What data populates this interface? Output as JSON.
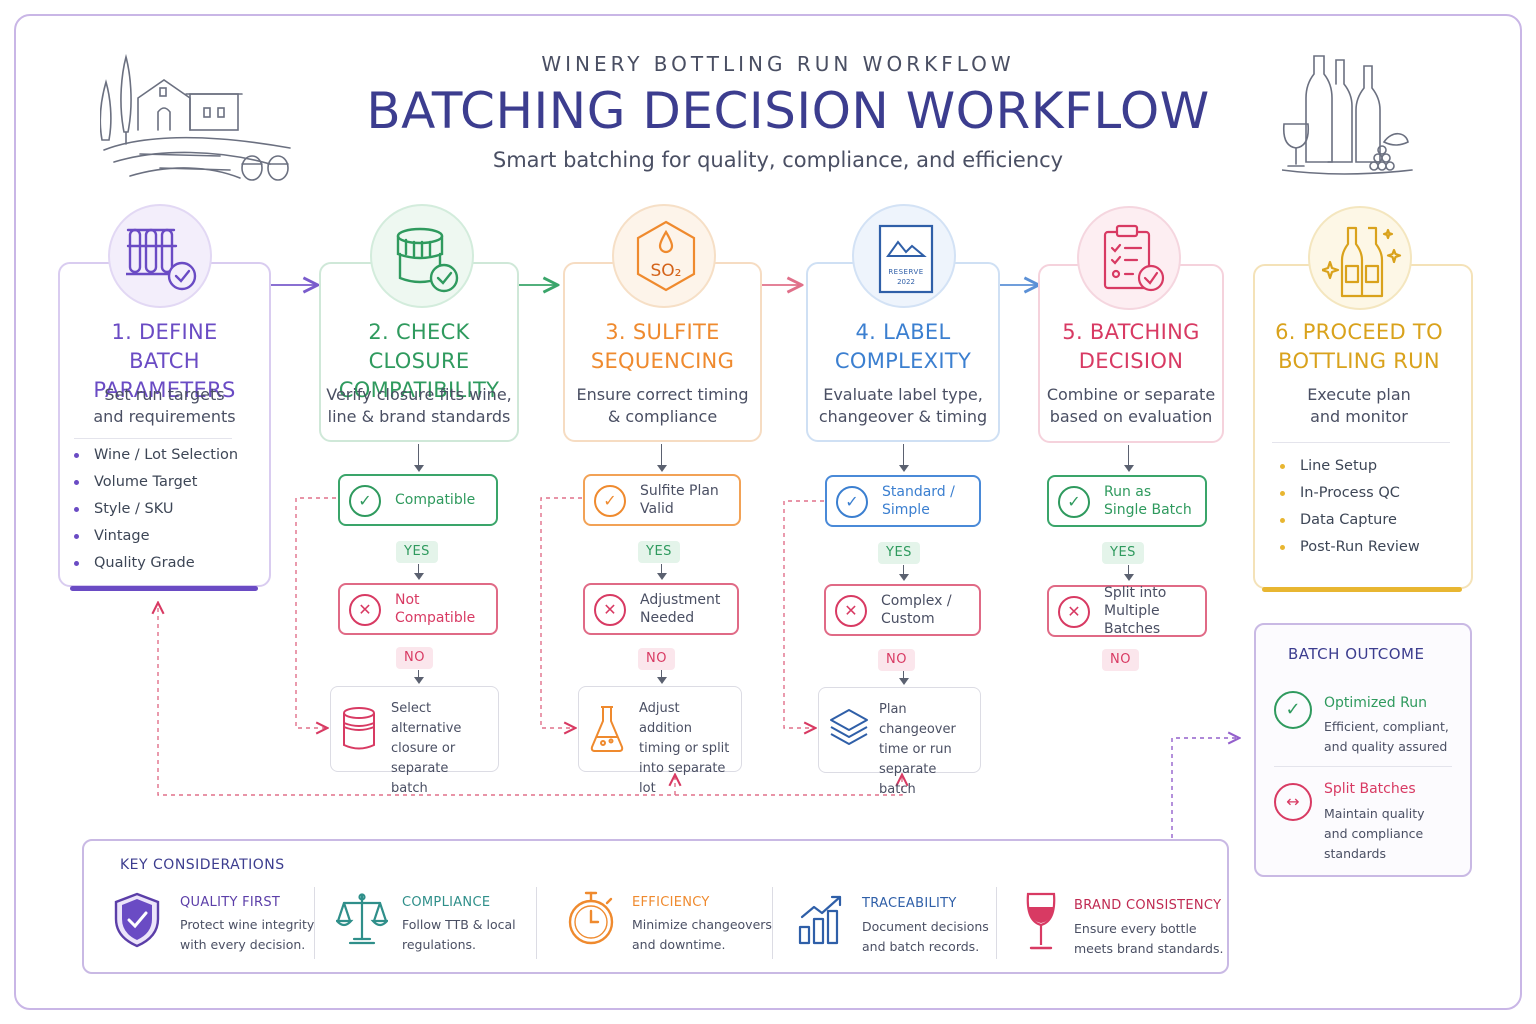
{
  "header": {
    "kicker": "WINERY BOTTLING RUN WORKFLOW",
    "title": "BATCHING DECISION WORKFLOW",
    "subtitle": "Smart batching for quality, compliance, and efficiency"
  },
  "colors": {
    "purple": "#6a4bc4",
    "green": "#2f9a5e",
    "orange": "#ef8a2e",
    "blue": "#3b7fd0",
    "pink": "#d83a63",
    "gold": "#d9a21c",
    "loop": "#e0708a"
  },
  "steps": [
    {
      "title_line1": "1. DEFINE",
      "title_line2": "BATCH PARAMETERS",
      "desc_line1": "Set run targets",
      "desc_line2": "and requirements",
      "bullets": [
        "Wine / Lot Selection",
        "Volume Target",
        "Style / SKU",
        "Vintage",
        "Quality Grade"
      ]
    },
    {
      "title_line1": "2. CHECK CLOSURE",
      "title_line2": "COMPATIBILITY",
      "desc_line1": "Verify closure fits wine,",
      "desc_line2": "line & brand standards",
      "pass": "Compatible",
      "yes": "YES",
      "fail": "Not Compatible",
      "no": "NO",
      "alt": "Select alternative\nclosure or separate\nbatch"
    },
    {
      "title_line1": "3. SULFITE",
      "title_line2": "SEQUENCING",
      "icon_text": "SO₂",
      "desc_line1": "Ensure correct timing",
      "desc_line2": "& compliance",
      "pass": "Sulfite Plan\nValid",
      "yes": "YES",
      "fail": "Adjustment\nNeeded",
      "no": "NO",
      "alt": "Adjust addition\ntiming or split\ninto separate lot"
    },
    {
      "title_line1": "4. LABEL",
      "title_line2": "COMPLEXITY",
      "icon_text_1": "RESERVE",
      "icon_text_2": "2022",
      "desc_line1": "Evaluate label type,",
      "desc_line2": "changeover & timing",
      "pass": "Standard /\nSimple",
      "yes": "YES",
      "fail": "Complex /\nCustom",
      "no": "NO",
      "alt": "Plan changeover\ntime or run\nseparate batch"
    },
    {
      "title_line1": "5. BATCHING",
      "title_line2": "DECISION",
      "desc_line1": "Combine or separate",
      "desc_line2": "based on evaluation",
      "pass": "Run as\nSingle Batch",
      "yes": "YES",
      "fail": "Split into\nMultiple Batches",
      "no": "NO"
    },
    {
      "title_line1": "6. PROCEED TO",
      "title_line2": "BOTTLING RUN",
      "desc_line1": "Execute plan",
      "desc_line2": "and monitor",
      "bullets": [
        "Line Setup",
        "In-Process QC",
        "Data Capture",
        "Post-Run Review"
      ]
    }
  ],
  "outcome": {
    "title": "BATCH OUTCOME",
    "items": [
      {
        "title": "Optimized Run",
        "desc": "Efficient, compliant,\nand quality assured"
      },
      {
        "title": "Split Batches",
        "desc": "Maintain quality\nand compliance\nstandards"
      }
    ]
  },
  "considerations": {
    "title": "KEY CONSIDERATIONS",
    "items": [
      {
        "title": "QUALITY FIRST",
        "desc": "Protect wine integrity\nwith every decision.",
        "icon": "shield-check-icon"
      },
      {
        "title": "COMPLIANCE",
        "desc": "Follow TTB & local\nregulations.",
        "icon": "scales-icon"
      },
      {
        "title": "EFFICIENCY",
        "desc": "Minimize changeovers\nand downtime.",
        "icon": "stopwatch-icon"
      },
      {
        "title": "TRACEABILITY",
        "desc": "Document decisions\nand batch records.",
        "icon": "bar-chart-icon"
      },
      {
        "title": "BRAND CONSISTENCY",
        "desc": "Ensure every bottle\nmeets brand standards.",
        "icon": "wine-glass-icon"
      }
    ]
  }
}
